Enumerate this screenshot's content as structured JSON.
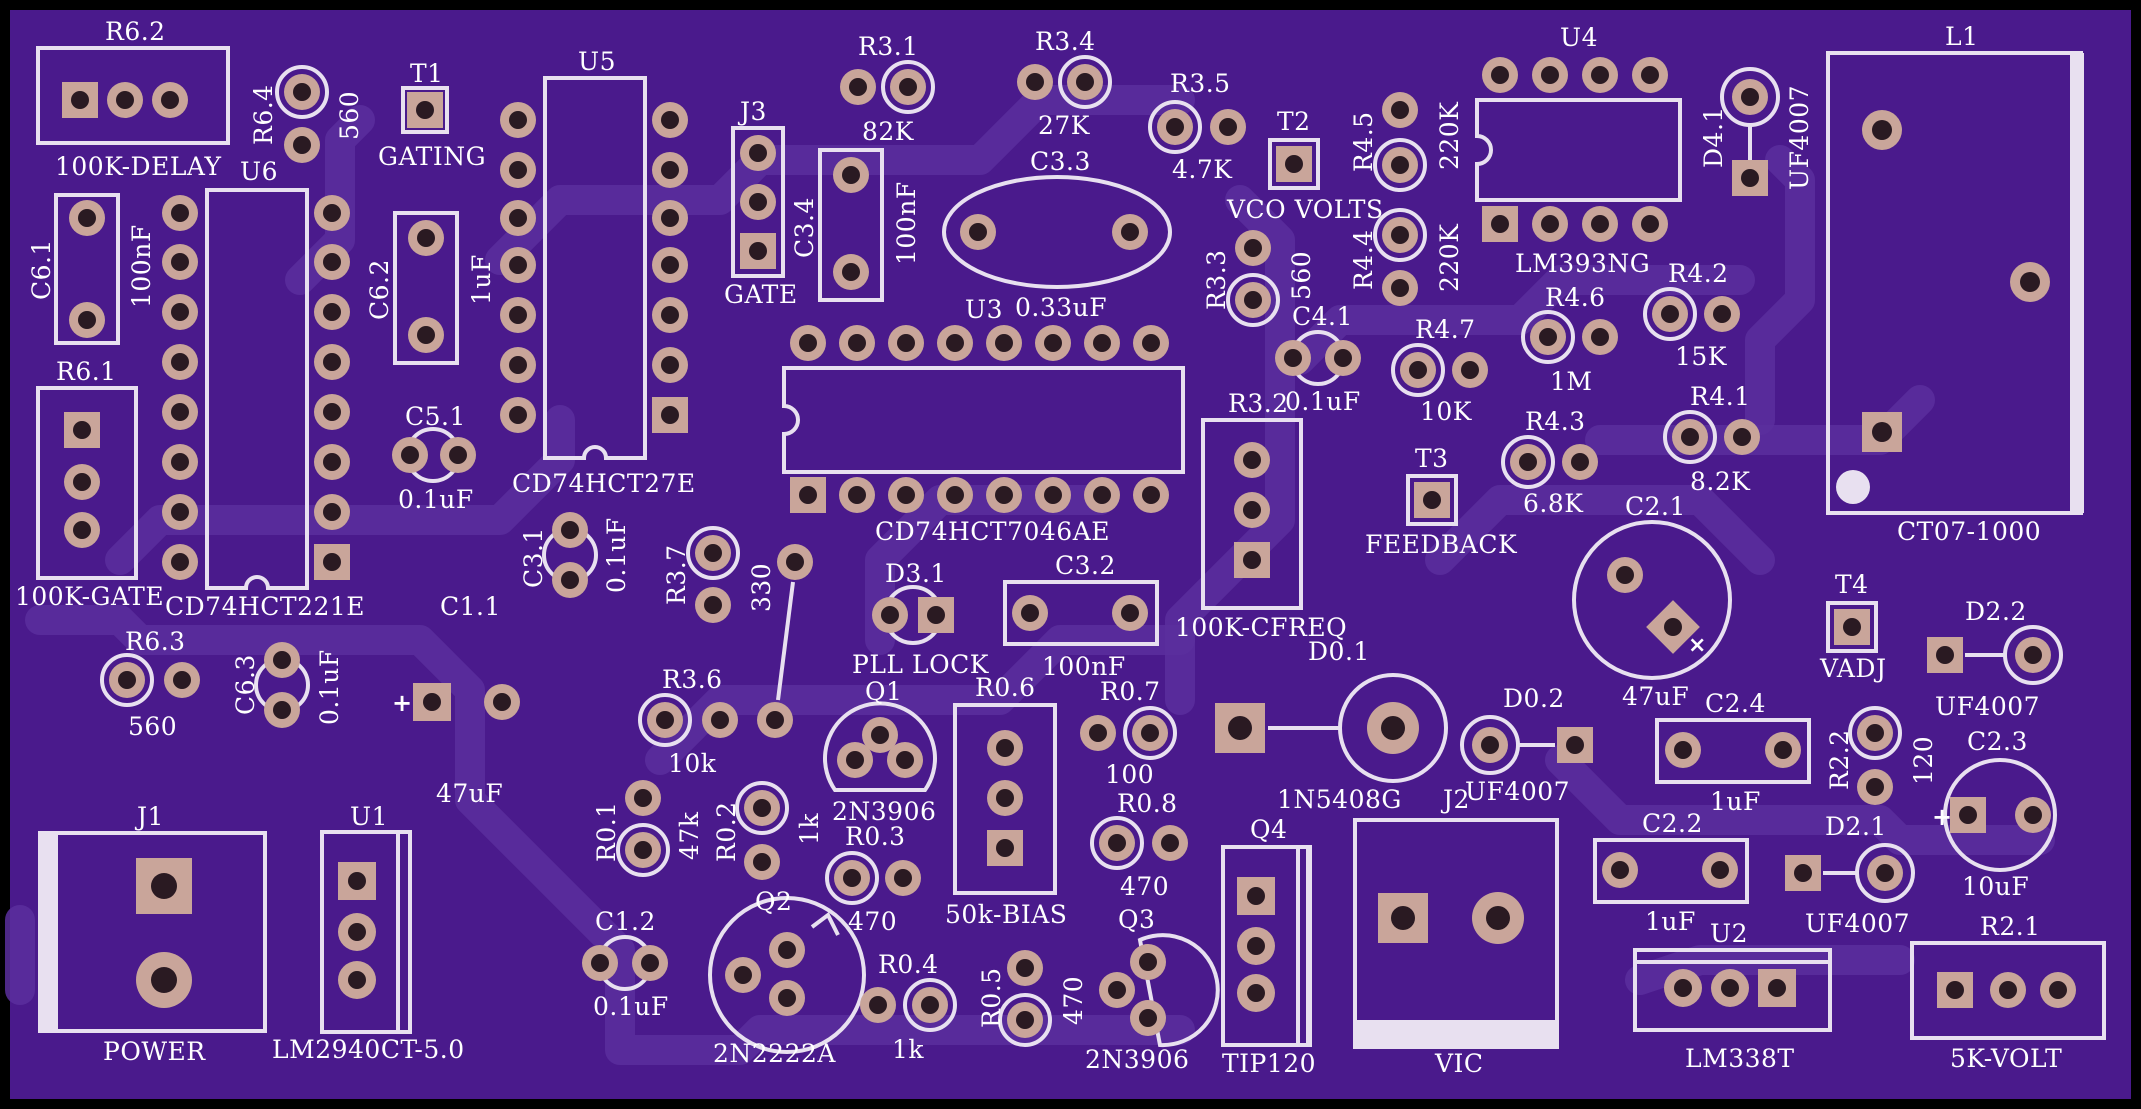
{
  "colors": {
    "board": "#4a1a8c",
    "outline": "#000000",
    "silk": "#e8e0f0",
    "pad": "#c9a59a",
    "trace": "#5b2f9e"
  },
  "labels": {
    "r62": "R6.2",
    "d100k_delay": "100K-DELAY",
    "r64": "R6.4",
    "r64v": "560",
    "t1": "T1",
    "gating": "GATING",
    "u5": "U5",
    "u6": "U6",
    "c61": "C6.1",
    "c61v": "100nF",
    "c62": "C6.2",
    "c62v": "1uF",
    "r61": "R6.1",
    "gate100k": "100K-GATE",
    "u6part": "CD74HCT221E",
    "u5part": "CD74HCT27E",
    "c51": "C5.1",
    "c51v": "0.1uF",
    "c31": "C3.1",
    "c31v": "0.1uF",
    "c11": "C1.1",
    "c11v": "47uF",
    "r63": "R6.3",
    "r63v": "560",
    "c63": "C6.3",
    "c63v": "0.1uF",
    "j3": "J3",
    "gate": "GATE",
    "c34": "C3.4",
    "c34v": "100nF",
    "r31": "R3.1",
    "r31v": "82K",
    "r34": "R3.4",
    "r34v": "27K",
    "c33": "C3.3",
    "c33v": "0.33uF",
    "r35": "R3.5",
    "r35v": "4.7K",
    "t2": "T2",
    "vcovolts": "VCO VOLTS",
    "u3": "U3",
    "u3part": "CD74HCT7046AE",
    "r33": "R3.3",
    "r33v": "560",
    "c41": "C4.1",
    "c41v": "0.1uF",
    "r45": "R4.5",
    "r45v": "220K",
    "r44": "R4.4",
    "r44v": "220K",
    "u4": "U4",
    "u4part": "LM393NG",
    "r46": "R4.6",
    "r46v": "1M",
    "r47": "R4.7",
    "r47v": "10K",
    "r42": "R4.2",
    "r42v": "15K",
    "r43": "R4.3",
    "r43v": "6.8K",
    "r41": "R4.1",
    "r41v": "8.2K",
    "d41": "D4.1",
    "d41v": "UF4007",
    "l1": "L1",
    "l1part": "CT07-1000",
    "r32": "R3.2",
    "cfreq": "100K-CFREQ",
    "t3": "T3",
    "feedback": "FEEDBACK",
    "c21": "C2.1",
    "c21v": "47uF",
    "t4": "T4",
    "vadj": "VADJ",
    "d22": "D2.2",
    "d22v": "UF4007",
    "r37": "R3.7",
    "r37v": "330",
    "d31": "D3.1",
    "plllock": "PLL LOCK",
    "c32": "C3.2",
    "c32v": "100nF",
    "d01": "D0.1",
    "d01v": "1N5408G",
    "d02": "D0.2",
    "d02v": "UF4007",
    "c24": "C2.4",
    "c24v": "1uF",
    "r22": "R2.2",
    "r22v": "120",
    "c23": "C2.3",
    "c23v": "10uF",
    "r36": "R3.6",
    "r36v": "10k",
    "q1": "Q1",
    "q1v": "2N3906",
    "r06": "R0.6",
    "bias": "50k-BIAS",
    "r07": "R0.7",
    "r07v": "100",
    "r08": "R0.8",
    "r08v": "470",
    "r01": "R0.1",
    "r01v": "47k",
    "r02": "R0.2",
    "r02v": "1k",
    "r03": "R0.3",
    "r03v": "470",
    "q2": "Q2",
    "q2v": "2N2222A",
    "r04": "R0.4",
    "r04v": "1k",
    "r05": "R0.5",
    "r05v": "470",
    "q3": "Q3",
    "q3v": "2N3906",
    "q4": "Q4",
    "q4v": "TIP120",
    "j2": "J2",
    "vic": "VIC",
    "c22": "C2.2",
    "c22v": "1uF",
    "d21": "D2.1",
    "d21v": "UF4007",
    "u2": "U2",
    "u2v": "LM338T",
    "r21": "R2.1",
    "r21v": "5K-VOLT",
    "j1": "J1",
    "power": "POWER",
    "u1": "U1",
    "u1v": "LM2940CT-5.0",
    "c12": "C1.2",
    "c12v": "0.1uF"
  }
}
